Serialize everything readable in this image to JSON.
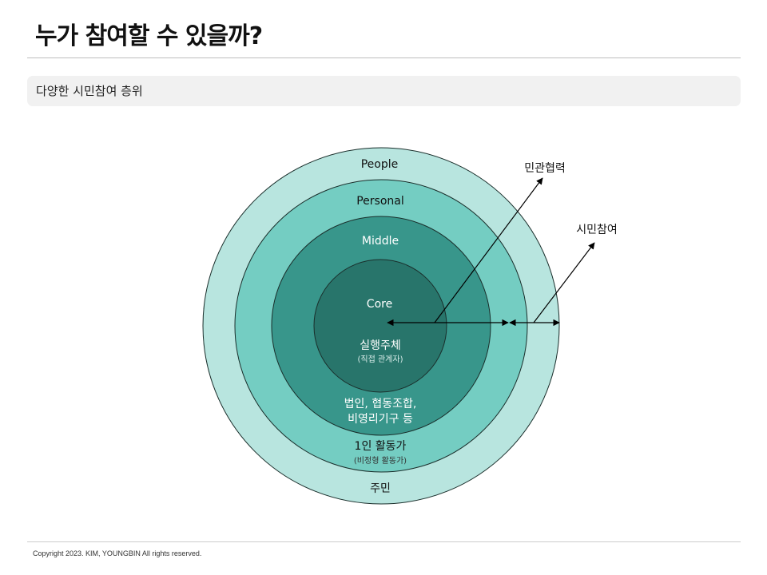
{
  "page": {
    "title": "누가 참여할 수 있을까?",
    "section_label": "다양한 시민참여 층위",
    "copyright": "Copyright 2023. KIM, YOUNGBIN All rights reserved."
  },
  "diagram": {
    "rings": {
      "people": {
        "label": "People",
        "member": "주민",
        "color": "#b8e5df"
      },
      "personal": {
        "label": "Personal",
        "member": "1인 활동가",
        "member_note": "(비정형 활동가)",
        "color": "#74cdc2"
      },
      "middle": {
        "label": "Middle",
        "member_line1": "법인, 협동조합,",
        "member_line2": "비영리기구 등",
        "color": "#38968b"
      },
      "core": {
        "label": "Core",
        "member": "실행주체",
        "member_note": "(직접 관계자)",
        "color": "#28756b"
      }
    },
    "arrows": {
      "collaboration": "민관협력",
      "participation": "시민참여"
    }
  }
}
